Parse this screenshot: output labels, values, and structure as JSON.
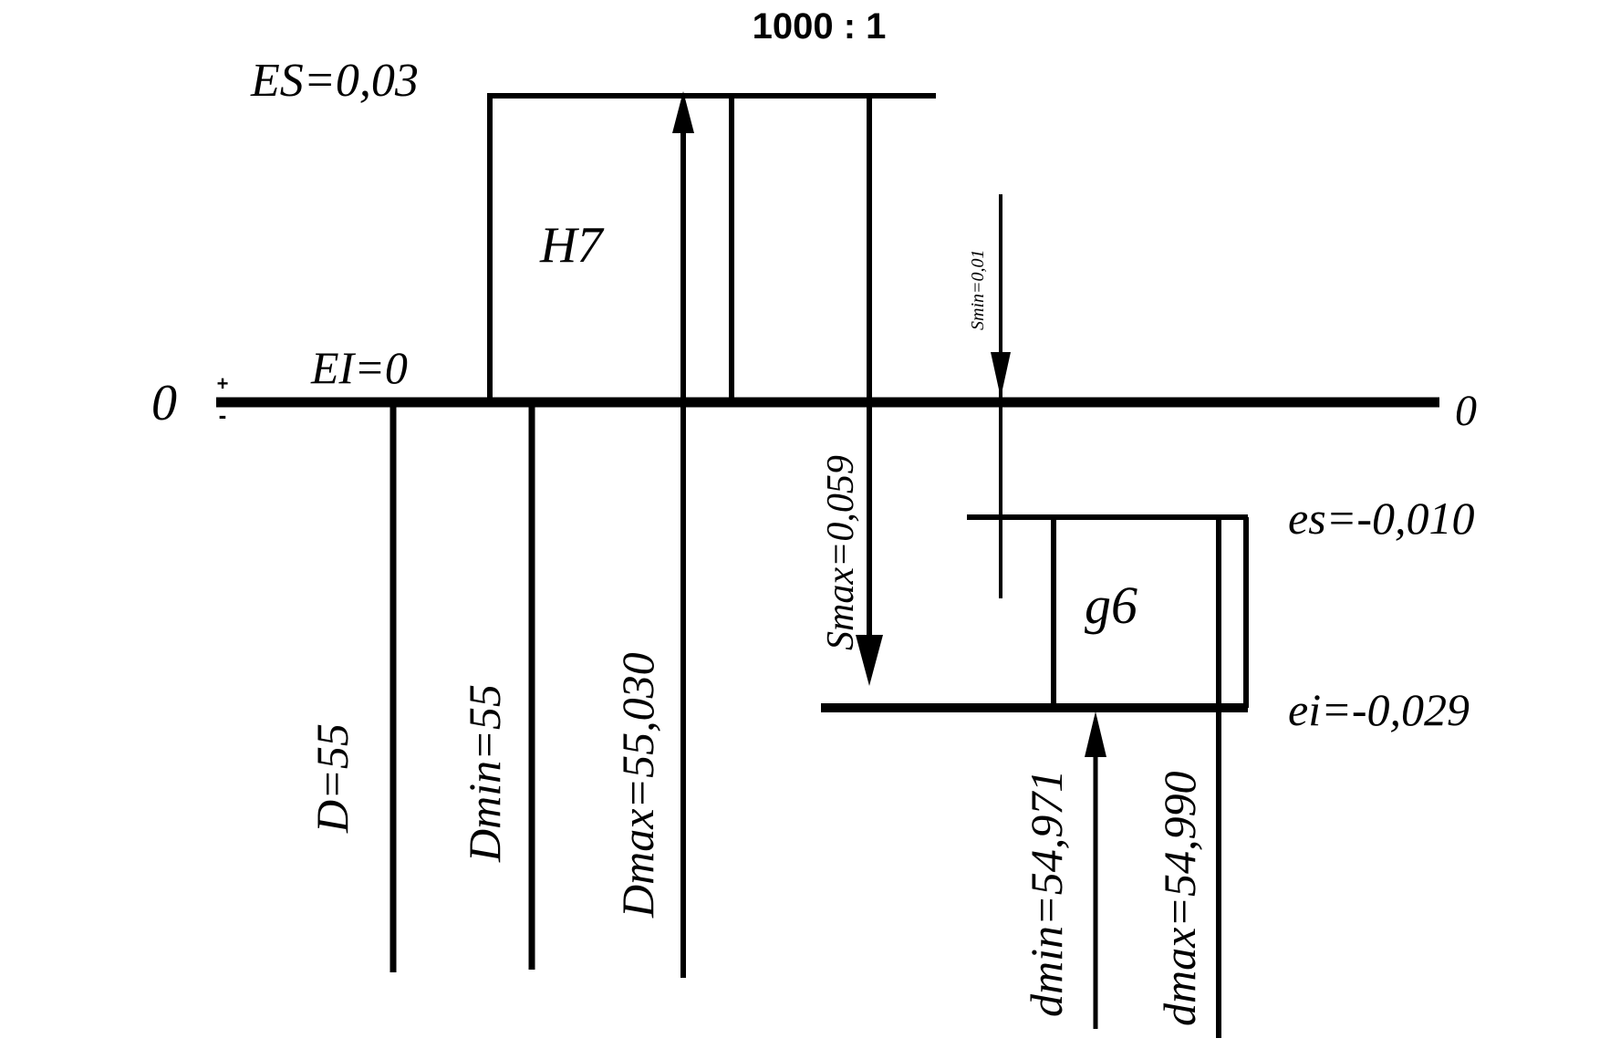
{
  "scale": "1000 : 1",
  "zero_line": {
    "left_label": "0",
    "right_label": "0",
    "plus_sign": "+",
    "minus_sign": "-"
  },
  "hole": {
    "field_label": "H7",
    "es_label": "ES=0,03",
    "ei_label": "EI=0",
    "nominal_label": "D=55",
    "dmin_label": "Dmin=55",
    "dmax_label": "Dmax=55,030"
  },
  "shaft": {
    "field_label": "g6",
    "es_label": "es=-0,010",
    "ei_label": "ei=-0,029",
    "dmin_label": "dmin=54,971",
    "dmax_label": "dmax=54,990"
  },
  "clearance": {
    "smax_label": "Smax=0,059",
    "smin_label": "Smin=0,01"
  }
}
